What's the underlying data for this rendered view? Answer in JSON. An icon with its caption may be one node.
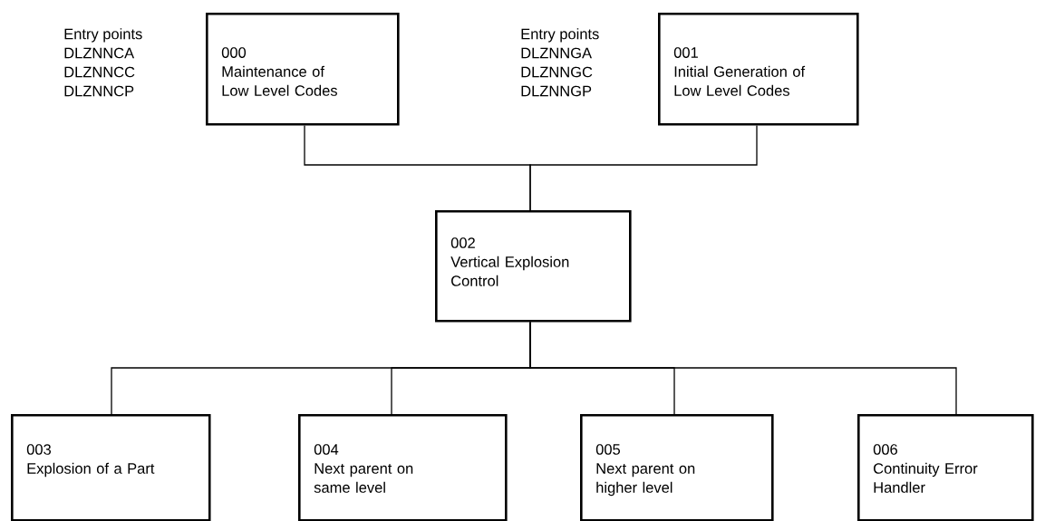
{
  "diagram": {
    "nodes": [
      {
        "text": [
          "000",
          "Maintenance of Low Level Codes"
        ],
        "beside": [
          "Entry points",
          "DLZNNCA",
          "DLZNNCC",
          "DLZNNCP"
        ]
      },
      {
        "text": [
          "001",
          "Initial Generation of Low Level Codes"
        ],
        "beside": [
          "Entry points",
          "DLZNNGA",
          "DLZNNGC",
          "DLZNNGP"
        ]
      },
      {
        "text": [
          "002",
          "Vertical Explosion Control"
        ]
      },
      {
        "text": [
          "003",
          "Explosion of a Part"
        ]
      },
      {
        "text": [
          "004",
          "Next parent on same level"
        ]
      },
      {
        "text": [
          "005",
          "Next parent on higher level"
        ]
      },
      {
        "text": [
          "006",
          "Continuity Error Handler"
        ]
      }
    ],
    "edges": [
      {
        "from": 0,
        "to": 2,
        "arrow": "none"
      },
      {
        "from": 1,
        "to": 2,
        "arrow": "none"
      },
      {
        "from": 2,
        "to": 3,
        "arrow": "none"
      },
      {
        "from": 2,
        "to": 4,
        "arrow": "none"
      },
      {
        "from": 2,
        "to": 5,
        "arrow": "none"
      },
      {
        "from": 2,
        "to": 6,
        "arrow": "none"
      }
    ]
  }
}
